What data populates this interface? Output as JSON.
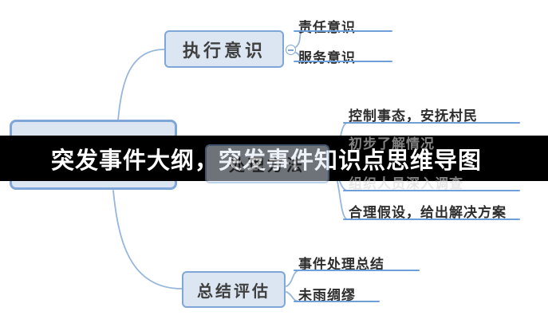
{
  "banner": {
    "title": "突发事件大纲，突发事件知识点思维导图"
  },
  "mindmap": {
    "branches": [
      {
        "label": "执行意识",
        "children": [
          {
            "label": "责任意识"
          },
          {
            "label": "服务意识"
          }
        ]
      },
      {
        "label": "处理方法",
        "children": [
          {
            "label": "控制事态，安抚村民"
          },
          {
            "label": "初步了解情况"
          },
          {
            "label": "组织人员深入调查"
          },
          {
            "label": "合理假设，给出解决方案"
          }
        ]
      },
      {
        "label": "总结评估",
        "children": [
          {
            "label": "事件处理总结"
          },
          {
            "label": "未雨绸缪"
          }
        ]
      }
    ]
  },
  "colors": {
    "node_fill": "#dbe6f2",
    "node_border": "#7ea6d8",
    "underline": "#6f9fd8",
    "connector": "#96b6dc",
    "banner_bg": "#000000",
    "banner_text": "#ffffff"
  }
}
